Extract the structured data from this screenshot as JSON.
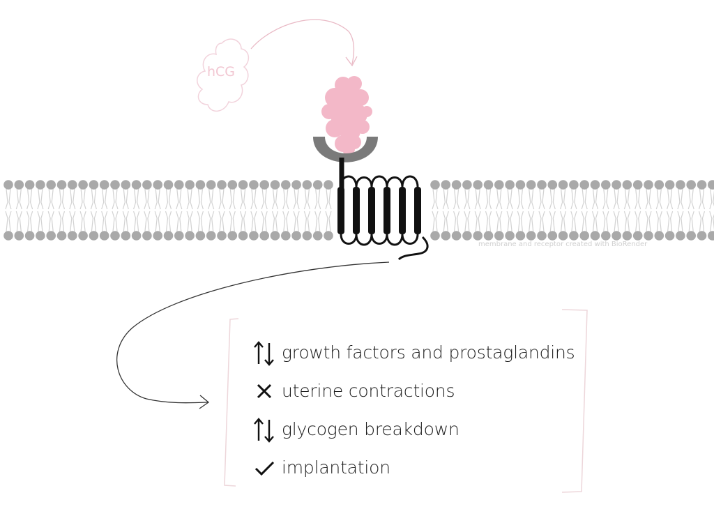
{
  "hormone": {
    "label": "hCG"
  },
  "credit": {
    "text": "membrane and receptor created with BioRender"
  },
  "effects": [
    {
      "icon": "up-down-arrows-icon",
      "label": "growth factors and prostaglandins"
    },
    {
      "icon": "cross-icon",
      "label": "uterine contractions"
    },
    {
      "icon": "up-down-arrows-icon",
      "label": "glycogen breakdown"
    },
    {
      "icon": "check-icon",
      "label": "implantation"
    }
  ],
  "colors": {
    "hormone": "#f3b8c8",
    "hormone_outline": "#f2d3dc",
    "membrane_head": "#a9a9a9",
    "receptor": "#111111",
    "receptor_cup": "#7a7a7a",
    "bracket": "#edd6da"
  }
}
